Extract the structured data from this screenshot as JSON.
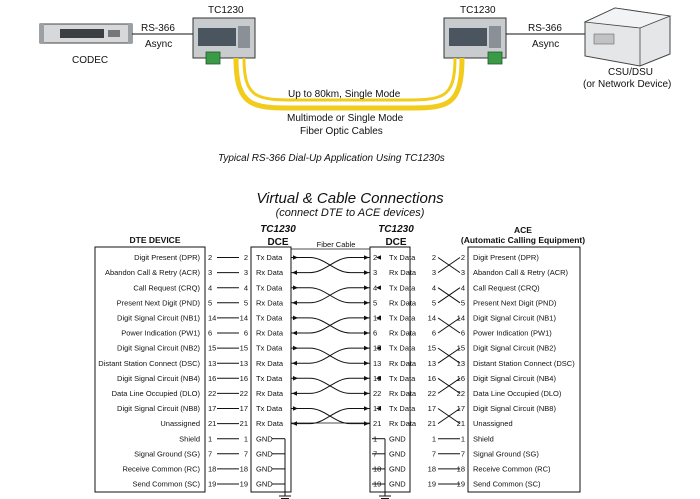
{
  "top": {
    "left_device": "CODEC",
    "left_link": [
      "RS-366",
      "Async"
    ],
    "left_unit": "TC1230",
    "right_unit": "TC1230",
    "right_link": [
      "RS-366",
      "Async"
    ],
    "right_device": [
      "CSU/DSU",
      "(or Network Device)"
    ],
    "fiber_distance": "Up to 80km, Single Mode",
    "fiber_type": [
      "Multimode or Single Mode",
      "Fiber Optic Cables"
    ],
    "caption": "Typical RS-366 Dial-Up Application Using TC1230s"
  },
  "conn": {
    "title": "Virtual & Cable Connections",
    "subtitle": "(connect DTE to ACE devices)",
    "dte_header": "DTE DEVICE",
    "ace_header": [
      "ACE",
      "(Automatic Calling Equipment)"
    ],
    "dce_left": [
      "TC1230",
      "DCE"
    ],
    "dce_right": [
      "TC1230",
      "DCE"
    ],
    "fiber_label": "Fiber Cable",
    "rows": [
      {
        "dte": "Digit Present (DPR)",
        "dte_pin": "2",
        "pin": "2",
        "sig": "Tx Data",
        "ace_pin": "2",
        "ace": "Digit Present (DPR)"
      },
      {
        "dte": "Abandon Call & Retry (ACR)",
        "dte_pin": "3",
        "pin": "3",
        "sig": "Rx Data",
        "ace_pin": "3",
        "ace": "Abandon Call & Retry (ACR)"
      },
      {
        "dte": "Call Request (CRQ)",
        "dte_pin": "4",
        "pin": "4",
        "sig": "Tx Data",
        "ace_pin": "4",
        "ace": "Call Request (CRQ)"
      },
      {
        "dte": "Present Next Digit (PND)",
        "dte_pin": "5",
        "pin": "5",
        "sig": "Rx Data",
        "ace_pin": "5",
        "ace": "Present Next Digit (PND)"
      },
      {
        "dte": "Digit Signal Circuit (NB1)",
        "dte_pin": "14",
        "pin": "14",
        "sig": "Tx Data",
        "ace_pin": "14",
        "ace": "Digit Signal Circuit (NB1)"
      },
      {
        "dte": "Power Indication (PW1)",
        "dte_pin": "6",
        "pin": "6",
        "sig": "Rx Data",
        "ace_pin": "6",
        "ace": "Power Indication (PW1)"
      },
      {
        "dte": "Digit Signal Circuit (NB2)",
        "dte_pin": "15",
        "pin": "15",
        "sig": "Tx Data",
        "ace_pin": "15",
        "ace": "Digit Signal Circuit (NB2)"
      },
      {
        "dte": "Distant Station Connect (DSC)",
        "dte_pin": "13",
        "pin": "13",
        "sig": "Rx Data",
        "ace_pin": "13",
        "ace": "Distant Station Connect (DSC)"
      },
      {
        "dte": "Digit Signal Circuit (NB4)",
        "dte_pin": "16",
        "pin": "16",
        "sig": "Tx Data",
        "ace_pin": "16",
        "ace": "Digit Signal Circuit (NB4)"
      },
      {
        "dte": "Data Line Occupied (DLO)",
        "dte_pin": "22",
        "pin": "22",
        "sig": "Rx Data",
        "ace_pin": "22",
        "ace": "Data Line Occupied (DLO)"
      },
      {
        "dte": "Digit Signal Circuit (NB8)",
        "dte_pin": "17",
        "pin": "17",
        "sig": "Tx Data",
        "ace_pin": "17",
        "ace": "Digit Signal Circuit (NB8)"
      },
      {
        "dte": "Unassigned",
        "dte_pin": "21",
        "pin": "21",
        "sig": "Rx Data",
        "ace_pin": "21",
        "ace": "Unassigned"
      },
      {
        "dte": "Shield",
        "dte_pin": "1",
        "pin": "1",
        "sig": "GND",
        "ace_pin": "1",
        "ace": "Shield"
      },
      {
        "dte": "Signal Ground (SG)",
        "dte_pin": "7",
        "pin": "7",
        "sig": "GND",
        "ace_pin": "7",
        "ace": "Signal Ground (SG)"
      },
      {
        "dte": "Receive Common (RC)",
        "dte_pin": "18",
        "pin": "18",
        "sig": "GND",
        "ace_pin": "18",
        "ace": "Receive Common (RC)"
      },
      {
        "dte": "Send Common (SC)",
        "dte_pin": "19",
        "pin": "19",
        "sig": "GND",
        "ace_pin": "19",
        "ace": "Send Common (SC)"
      }
    ]
  },
  "colors": {
    "fiber": "#f2cc1c",
    "device_gray": "#8f9498",
    "unit_dark": "#4a5560",
    "connector_green": "#3a9a48",
    "line": "#111111"
  }
}
